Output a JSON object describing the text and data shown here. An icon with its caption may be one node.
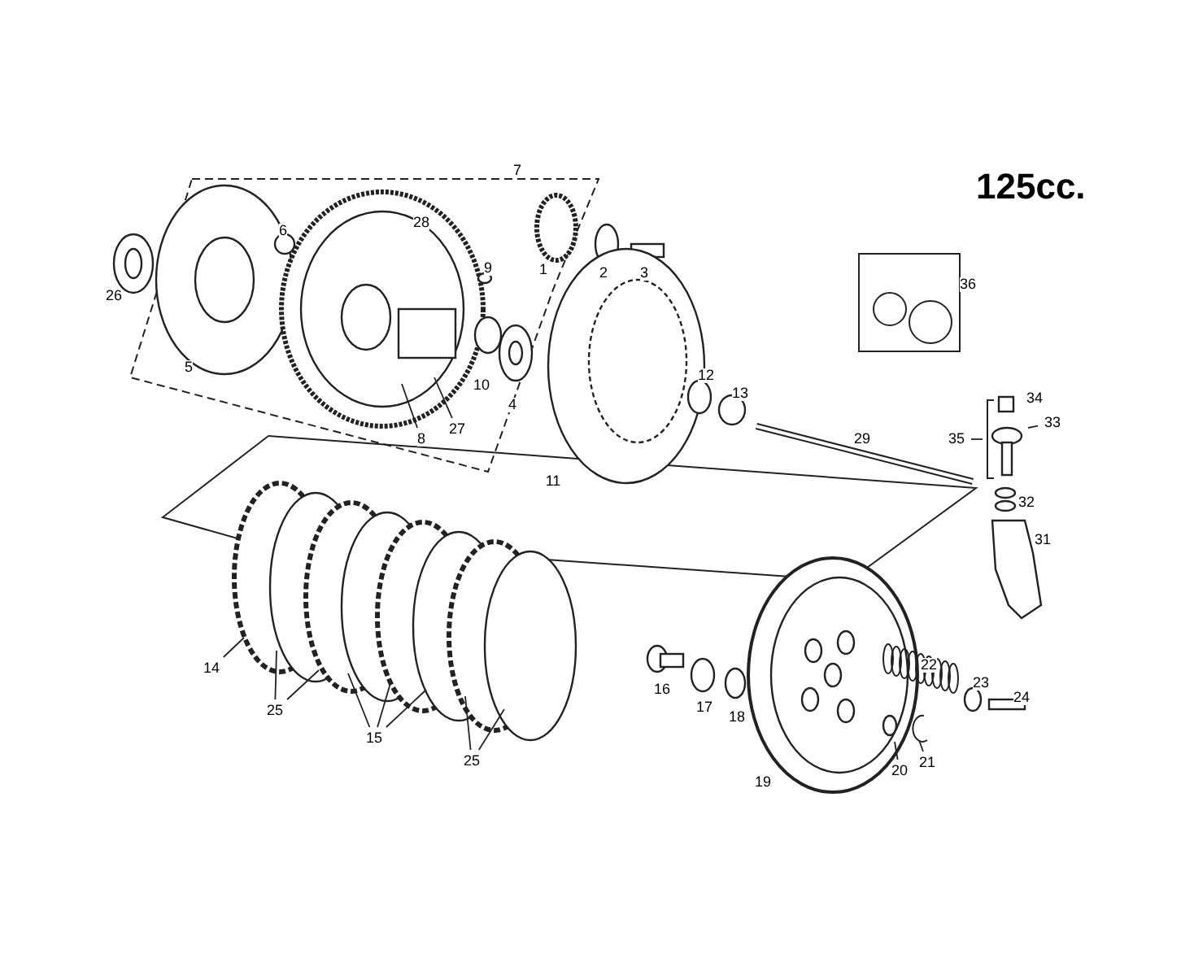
{
  "diagram": {
    "title": "125cc.",
    "nodes": [
      {
        "text": [
          "8"
        ]
      },
      {
        "text": [
          "27"
        ]
      },
      {
        "text": [
          "33"
        ]
      },
      {
        "text": [
          "35"
        ]
      },
      {
        "text": [
          "14"
        ]
      },
      {
        "text": [
          "25"
        ]
      },
      {
        "text": [
          "15"
        ]
      },
      {
        "text": [
          "25"
        ]
      },
      {
        "text": [
          "20"
        ]
      },
      {
        "text": [
          "21"
        ]
      }
    ],
    "edges": [
      {
        "from": 0,
        "to": null,
        "arrow": "none"
      },
      {
        "from": 1,
        "to": null,
        "arrow": "none"
      },
      {
        "from": 2,
        "to": null,
        "arrow": "none"
      },
      {
        "from": 3,
        "to": null,
        "arrow": "none"
      },
      {
        "from": 4,
        "to": null,
        "arrow": "none"
      },
      {
        "from": 5,
        "to": null,
        "arrow": "none"
      },
      {
        "from": 5,
        "to": null,
        "arrow": "none"
      },
      {
        "from": 6,
        "to": null,
        "arrow": "none"
      },
      {
        "from": 6,
        "to": null,
        "arrow": "none"
      },
      {
        "from": 6,
        "to": null,
        "arrow": "none"
      },
      {
        "from": 7,
        "to": null,
        "arrow": "none"
      },
      {
        "from": 7,
        "to": null,
        "arrow": "none"
      },
      {
        "from": 8,
        "to": null,
        "arrow": "none"
      },
      {
        "from": 9,
        "to": null,
        "arrow": "none"
      }
    ],
    "labels": [
      "7",
      "28",
      "6",
      "9",
      "1",
      "2",
      "3",
      "26",
      "5",
      "36",
      "10",
      "4",
      "12",
      "13",
      "34",
      "29",
      "11",
      "32",
      "31",
      "22",
      "23",
      "24",
      "16",
      "17",
      "18",
      "19"
    ]
  }
}
